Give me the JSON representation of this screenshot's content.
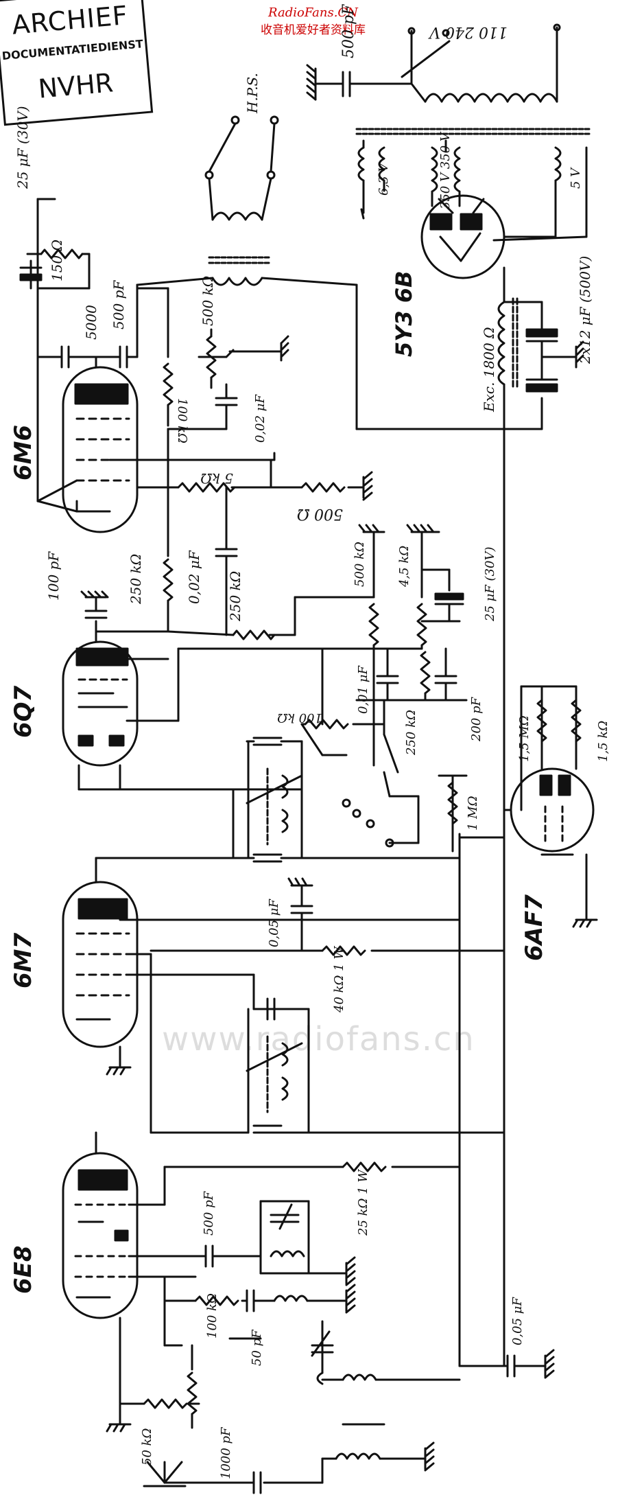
{
  "stamp": {
    "line1": "ARCHIEF",
    "line2": "DOCUMENTATIEDIENST",
    "line3": "NVHR"
  },
  "source": {
    "site": "RadioFans.CN",
    "subtitle": "收音机爱好者资料库",
    "watermark": "www.radiofans.cn"
  },
  "tubes": {
    "t1": "6M6",
    "t2": "6Q7",
    "t3": "6M7",
    "t4": "6E8",
    "t5": "5Y3 6B",
    "t6": "6AF7"
  },
  "components": {
    "c_500pf_top": "500 pF",
    "mains": "110 240 V",
    "hps": "H.P.S.",
    "c25_30": "25 μF (30V)",
    "r150": "150 Ω",
    "c5000": "5000",
    "c500pf_a": "500 pF",
    "r500k": "500 kΩ",
    "r100k_a": "100 kΩ",
    "c002_a": "0,02 μF",
    "v63": "6,3 V",
    "v350": "350 V 350 V",
    "v5": "5 V",
    "c2x12": "2x12 μF (500V)",
    "exc": "Exc. 1800 Ω",
    "r5k": "5 kΩ",
    "r500": "500 Ω",
    "r250k_a": "250 kΩ",
    "c002_b": "0,02 μF",
    "r250k_b": "250 kΩ",
    "c100pf": "100 pF",
    "r500k_b": "500 kΩ",
    "r45k": "4,5 kΩ",
    "c25_30b": "25 μF (30V)",
    "c001": "0,01 μF",
    "r100k_b": "100 kΩ",
    "r250k_c": "250 kΩ",
    "c200pf": "200 pF",
    "r15m": "1,5 MΩ",
    "r15k": "1,5 kΩ",
    "r1m": "1 MΩ",
    "c005_a": "0,05 μF",
    "r40k": "40 kΩ 1 W",
    "c500pf_b": "500 pF",
    "r25k": "25 kΩ 1 W",
    "r100k_c": "100 kΩ",
    "c50pf": "50 pF",
    "c005_b": "0,05 μF",
    "r50k": "50 kΩ",
    "c1000pf": "1000 pF"
  }
}
